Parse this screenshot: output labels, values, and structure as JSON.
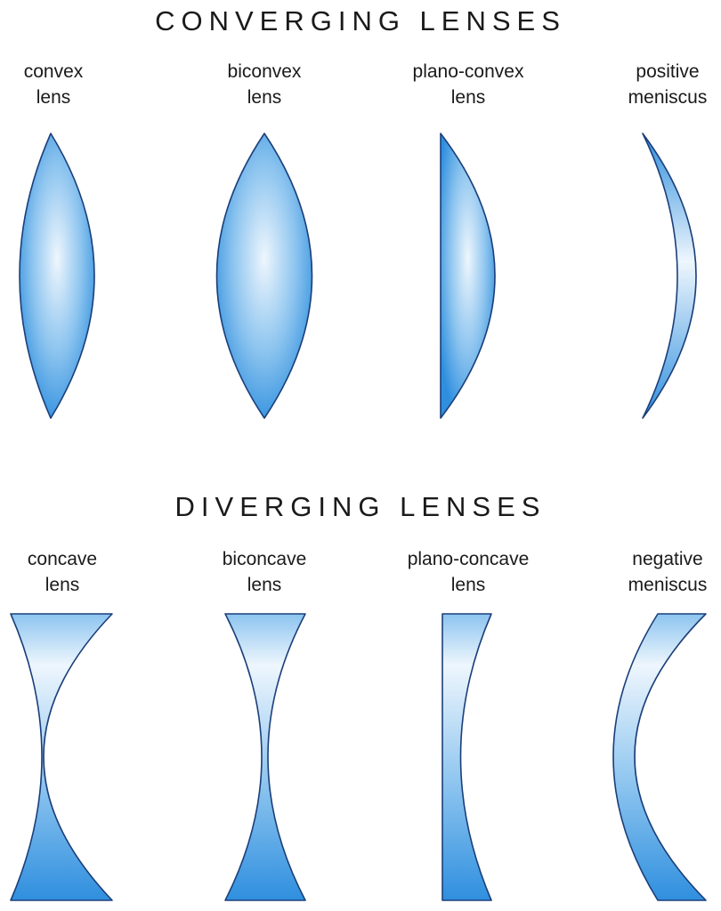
{
  "converging": {
    "title": "CONVERGING LENSES",
    "lenses": [
      {
        "line1": "convex",
        "line2": "lens",
        "icon": "convex-lens-icon"
      },
      {
        "line1": "biconvex",
        "line2": "lens",
        "icon": "biconvex-lens-icon"
      },
      {
        "line1": "plano-convex",
        "line2": "lens",
        "icon": "plano-convex-lens-icon"
      },
      {
        "line1": "positive",
        "line2": "meniscus",
        "icon": "positive-meniscus-icon"
      }
    ]
  },
  "diverging": {
    "title": "DIVERGING LENSES",
    "lenses": [
      {
        "line1": "concave",
        "line2": "lens",
        "icon": "concave-lens-icon"
      },
      {
        "line1": "biconcave",
        "line2": "lens",
        "icon": "biconcave-lens-icon"
      },
      {
        "line1": "plano-concave",
        "line2": "lens",
        "icon": "plano-concave-lens-icon"
      },
      {
        "line1": "negative",
        "line2": "meniscus",
        "icon": "negative-meniscus-icon"
      }
    ]
  },
  "colors": {
    "lens_light": "#eef6fd",
    "lens_mid": "#8cc4ef",
    "lens_dark": "#2f8fde",
    "outline": "#1b3f7a",
    "text": "#1a1a1a"
  }
}
